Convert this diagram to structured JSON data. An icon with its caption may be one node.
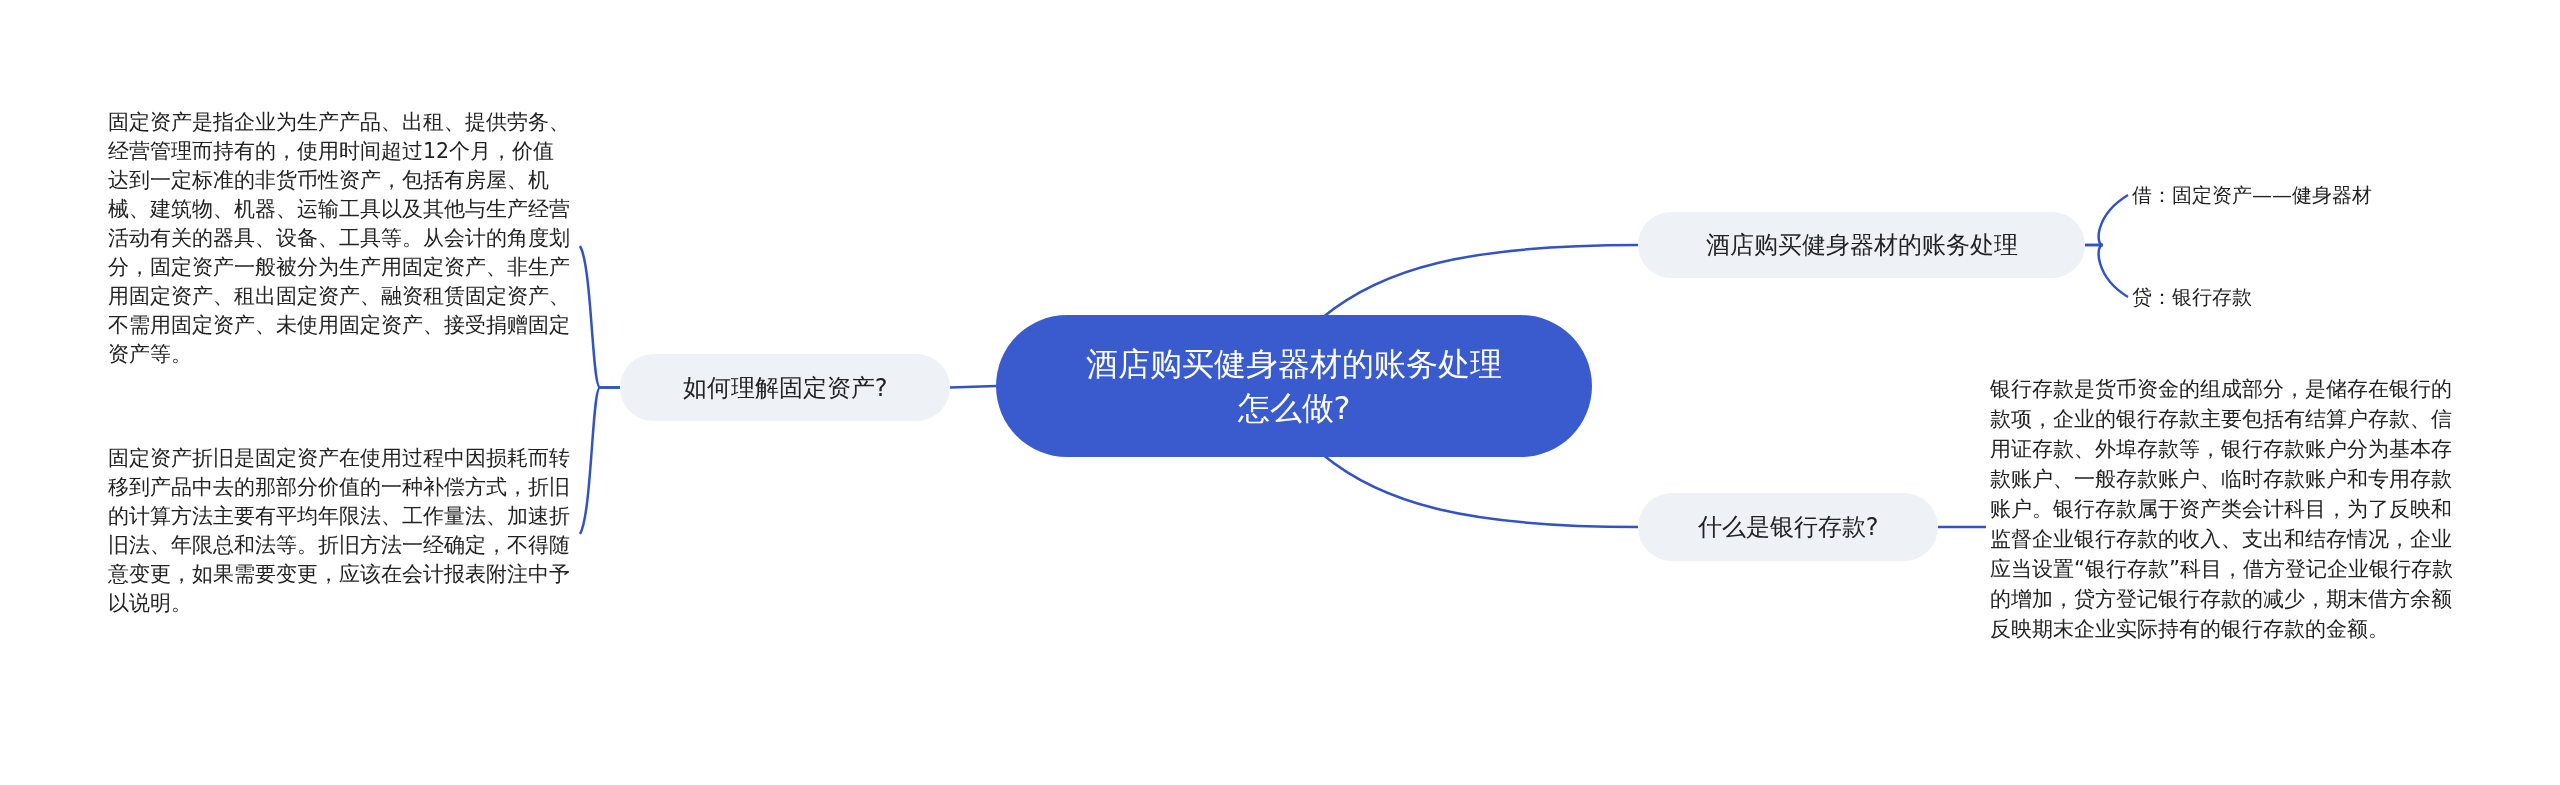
{
  "diagram": {
    "nodes": [
      {
        "text": [
          "酒店购买健身器材的账务处理怎么做?"
        ]
      },
      {
        "text": [
          "如何理解固定资产?"
        ]
      },
      {
        "text": [
          "固定资产是指企业为生产产品、出租、提供劳务、经营管理而持有的，使用时间超过12个月，价值达到一定标准的非货币性资产，包括有房屋、机械、建筑物、机器、运输工具以及其他与生产经营活动有关的器具、设备、工具等。从会计的角度划分，固定资产一般被分为生产用固定资产、非生产用固定资产、租出固定资产、融资租赁固定资产、不需用固定资产、未使用固定资产、接受捐赠固定资产等。"
        ]
      },
      {
        "text": [
          "固定资产折旧是固定资产在使用过程中因损耗而转移到产品中去的那部分价值的一种补偿方式，折旧的计算方法主要有平均年限法、工作量法、加速折旧法、年限总和法等。折旧方法一经确定，不得随意变更，如果需要变更，应该在会计报表附注中予以说明。"
        ]
      },
      {
        "text": [
          "酒店购买健身器材的账务处理"
        ]
      },
      {
        "text": [
          "借：固定资产——健身器材"
        ]
      },
      {
        "text": [
          "贷：银行存款"
        ]
      },
      {
        "text": [
          "什么是银行存款?"
        ]
      },
      {
        "text": [
          "银行存款是货币资金的组成部分，是储存在银行的款项，企业的银行存款主要包括有结算户存款、信用证存款、外埠存款等，银行存款账户分为基本存款账户、一般存款账户、临时存款账户和专用存款账户。银行存款属于资产类会计科目，为了反映和监督企业银行存款的收入、支出和结存情况，企业应当设置“银行存款”科目，借方登记企业银行存款的增加，贷方登记银行存款的减少，期末借方余额反映期末企业实际持有的银行存款的金额。"
        ]
      }
    ],
    "edges": [
      {
        "from": 0,
        "to": 1,
        "arrow": "none"
      },
      {
        "from": 1,
        "to": 2,
        "arrow": "none"
      },
      {
        "from": 1,
        "to": 3,
        "arrow": "none"
      },
      {
        "from": 0,
        "to": 4,
        "arrow": "none"
      },
      {
        "from": 4,
        "to": 5,
        "arrow": "none"
      },
      {
        "from": 4,
        "to": 6,
        "arrow": "none"
      },
      {
        "from": 0,
        "to": 7,
        "arrow": "none"
      },
      {
        "from": 7,
        "to": 8,
        "arrow": "none"
      }
    ]
  }
}
